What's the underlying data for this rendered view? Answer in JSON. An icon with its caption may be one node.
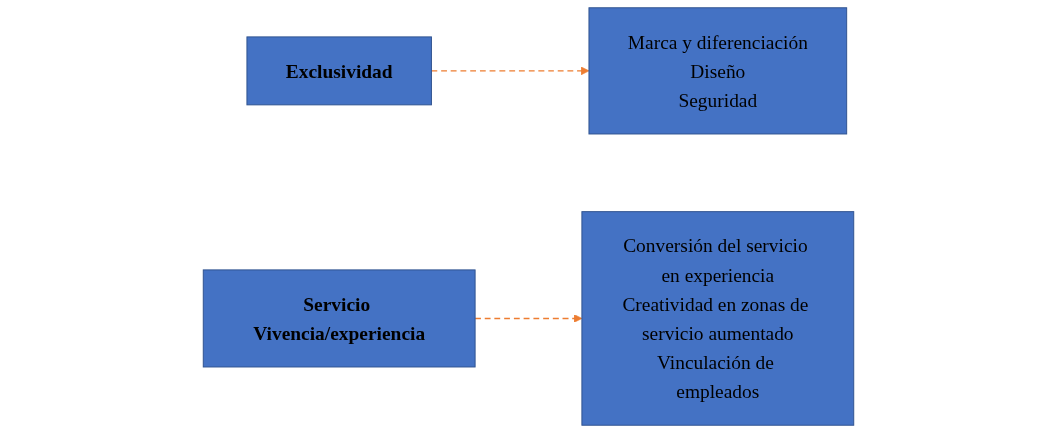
{
  "diagram": {
    "nodes": [
      {
        "text": [
          "Exclusividad"
        ]
      },
      {
        "text": [
          "Marca y diferenciación",
          "Diseño",
          "Seguridad"
        ]
      },
      {
        "text": [
          "Servicio Vivencia/experiencia"
        ]
      },
      {
        "text": [
          "Conversión del servicio en experiencia",
          "Creatividad en zonas de servicio aumentado",
          "Vinculación de empleados"
        ]
      }
    ],
    "edges": [
      {
        "from": 0,
        "to": 1,
        "arrow": "to",
        "style": "dashed",
        "color": "#ed7d31"
      },
      {
        "from": 2,
        "to": 3,
        "arrow": "to",
        "style": "dashed",
        "color": "#ed7d31"
      }
    ]
  }
}
